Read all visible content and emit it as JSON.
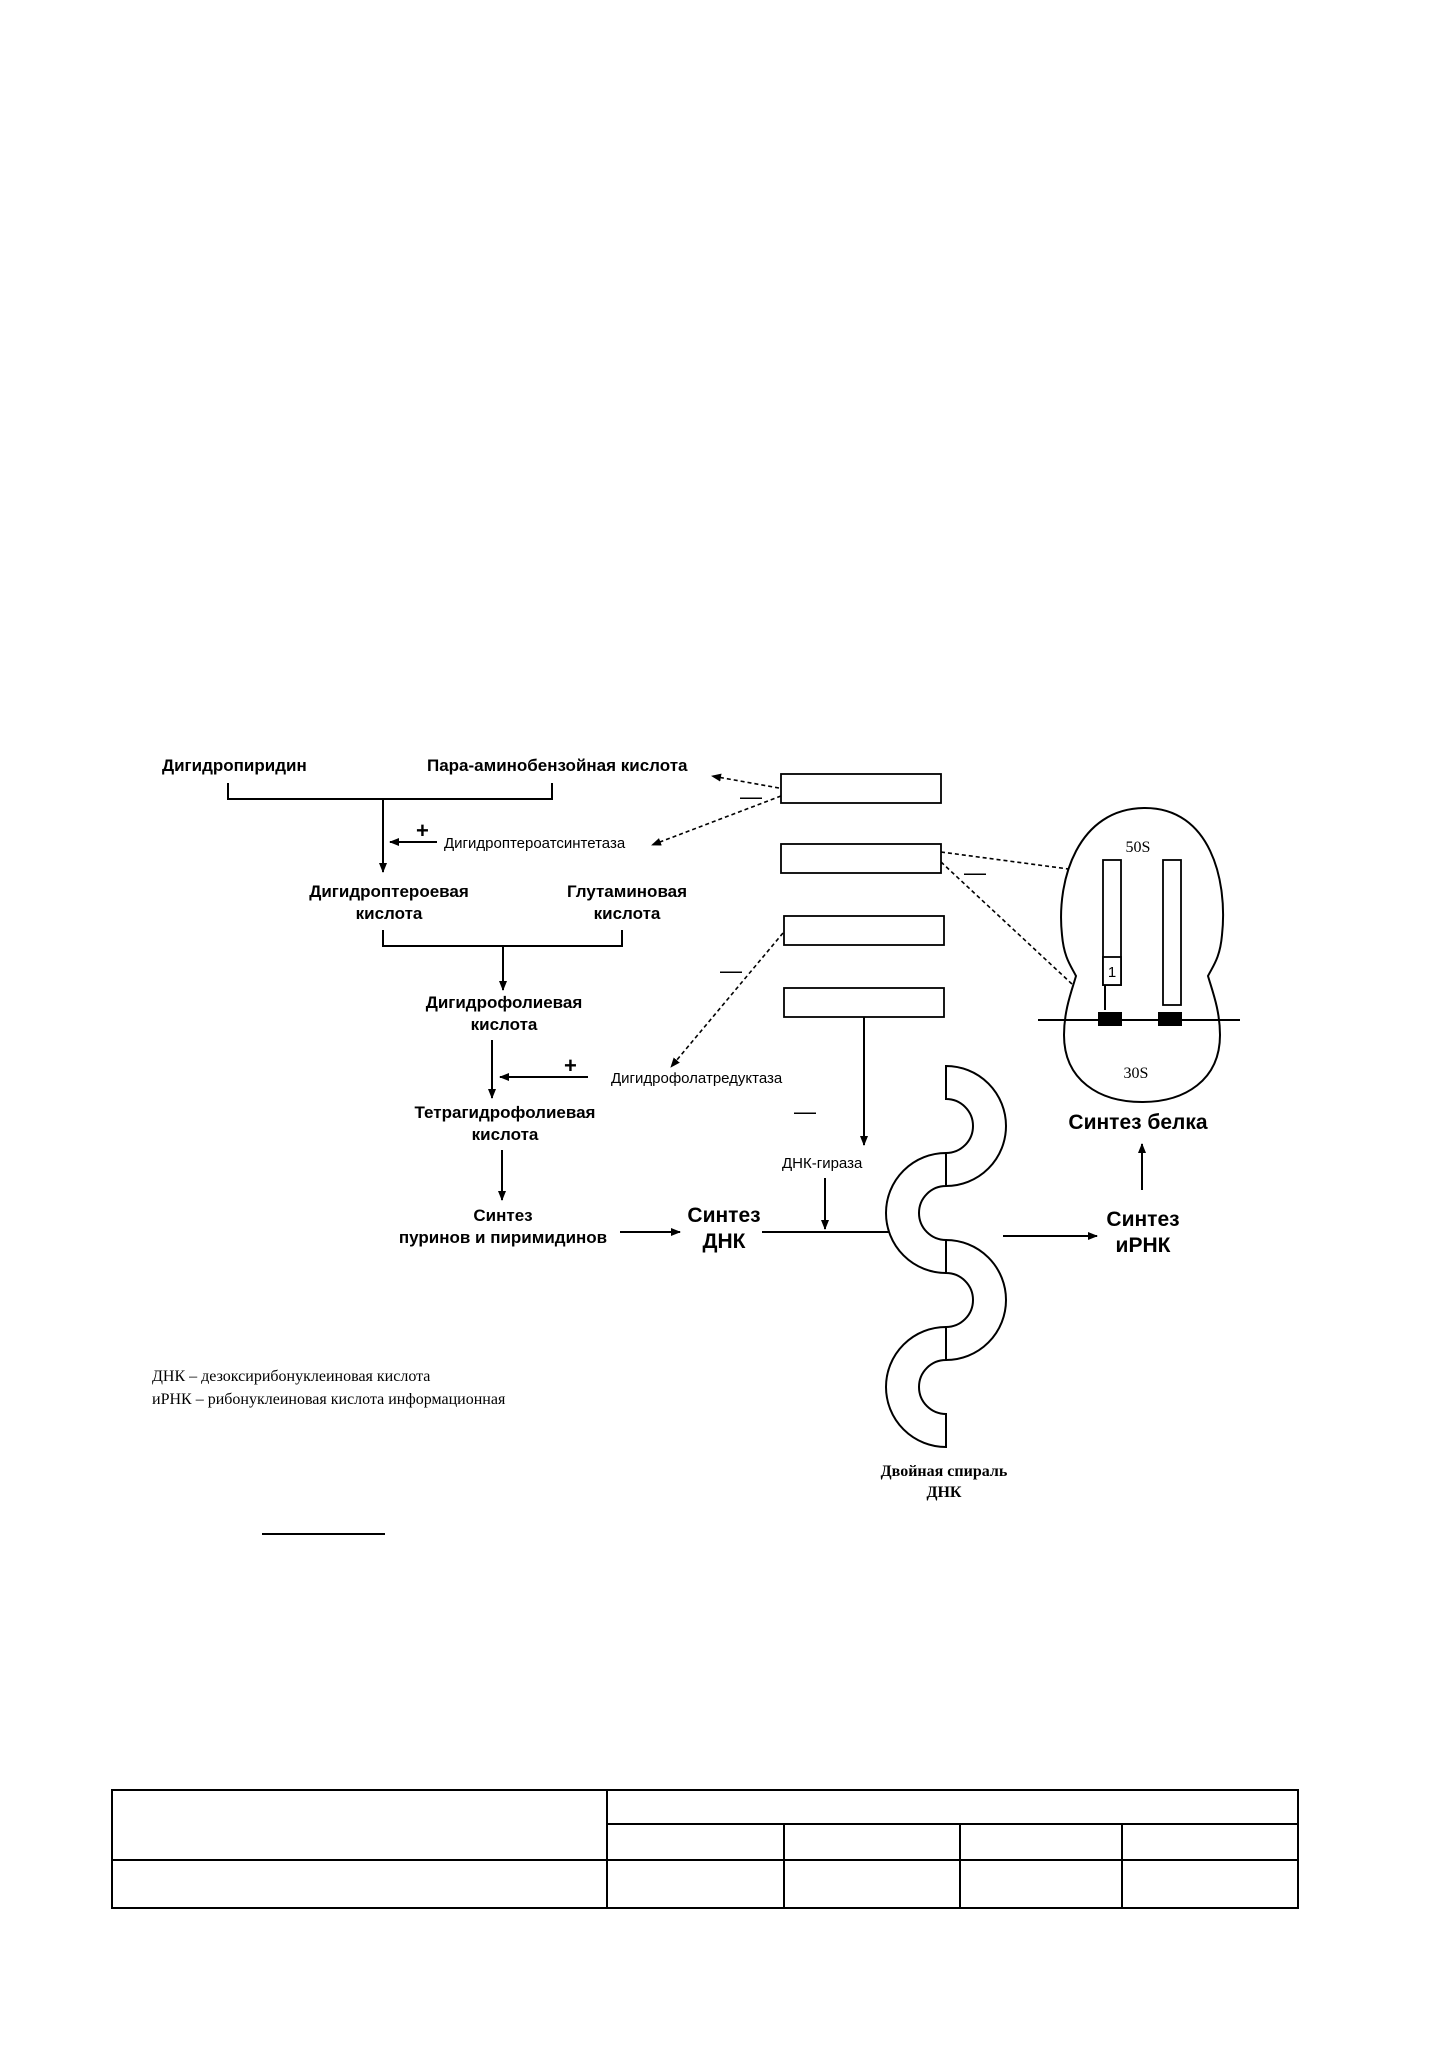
{
  "nodes": {
    "dihydropyridine": "Дигидропиридин",
    "paba": "Пара-аминобензойная кислота",
    "dhps_enzyme": "Дигидроптероатсинтетаза",
    "dihydropteroic_1": "Дигидроптероевая",
    "dihydropteroic_2": "кислота",
    "glutamic_1": "Глутаминовая",
    "glutamic_2": "кислота",
    "dihydrofolic_1": "Дигидрофолиевая",
    "dihydrofolic_2": "кислота",
    "dhfr_enzyme": "Дигидрофолатредуктаза",
    "tetrahydrofolic_1": "Тетрагидрофолиевая",
    "tetrahydrofolic_2": "кислота",
    "purines_1": "Синтез",
    "purines_2": "пуринов и пиримидинов",
    "dna_synthesis_1": "Синтез",
    "dna_synthesis_2": "ДНК",
    "dna_gyrase": "ДНК-гираза",
    "rna_synthesis_1": "Синтез",
    "rna_synthesis_2": "иРНК",
    "protein_synthesis": "Синтез белка",
    "double_helix_1": "Двойная спираль",
    "double_helix_2": "ДНК",
    "ribosome_50s": "50S",
    "ribosome_30s": "30S",
    "site_1": "1"
  },
  "signs": {
    "plus": "+",
    "minus": "—"
  },
  "legend": {
    "dna": "ДНК – дезоксирибонуклеиновая кислота",
    "mrna": "иРНК – рибонуклеиновая кислота информационная"
  }
}
